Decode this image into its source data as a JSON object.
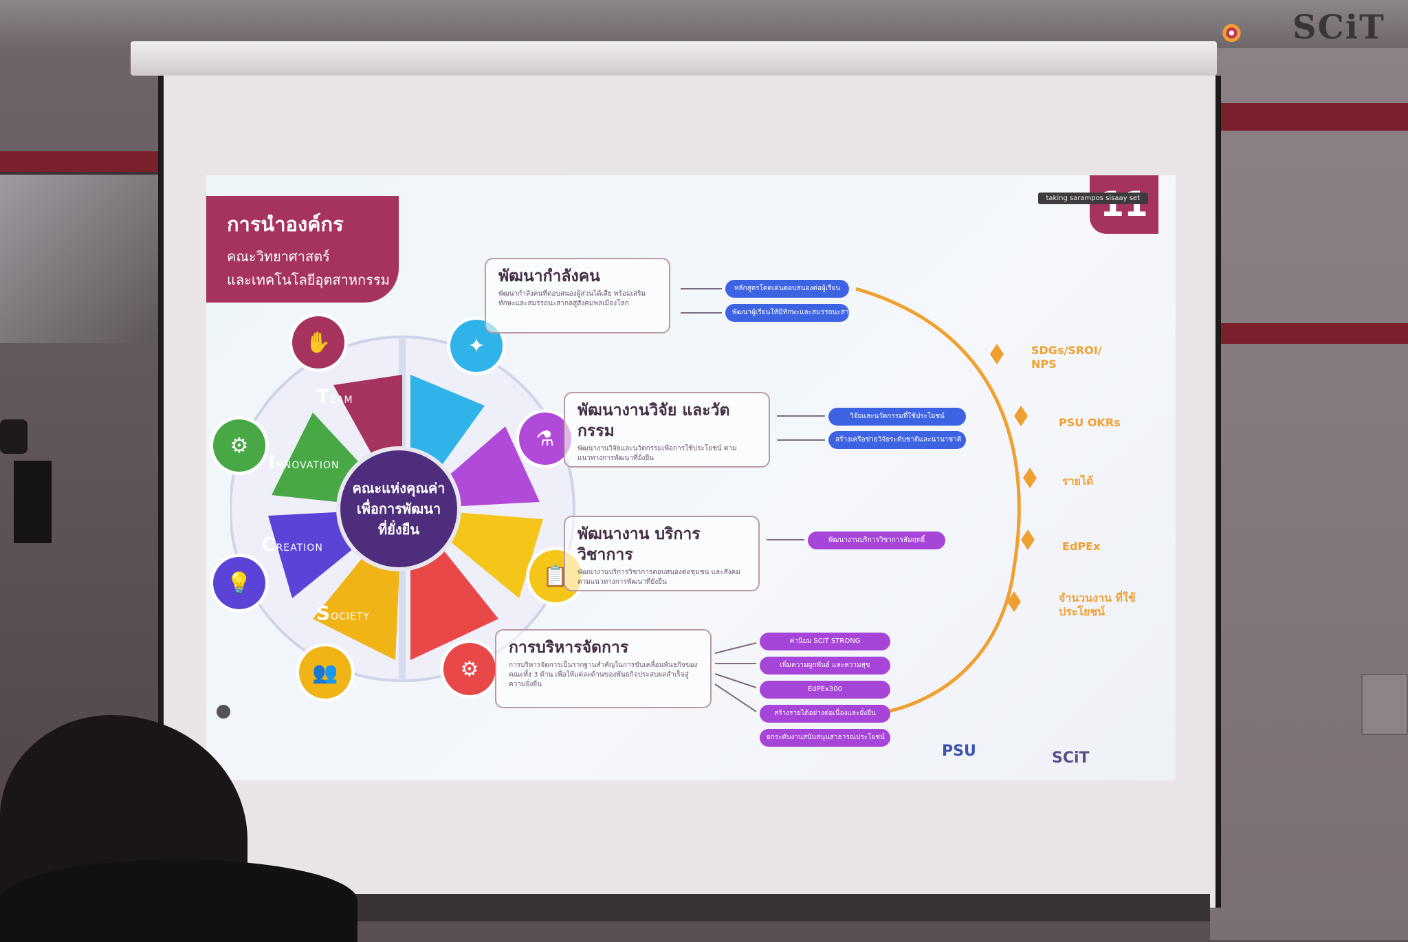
{
  "slide": {
    "title": "การนำองค์กร",
    "subtitle_1": "คณะวิทยาศาสตร์",
    "subtitle_2": "และเทคโนโลยีอุตสาหกรรม",
    "corner_label": "11",
    "header_strip": "taking sarampos sisaay set",
    "center_lines": [
      "คณะแห่งคุณค่า",
      "เพื่อการพัฒนา",
      "ที่ยั่งยืน"
    ],
    "wheel_labels": {
      "team": {
        "initial": "T",
        "rest": "EAM"
      },
      "innovation": {
        "initial": "I",
        "rest": "NNOVATION"
      },
      "creation": {
        "initial": "C",
        "rest": "REATION"
      },
      "society": {
        "initial": "S",
        "rest": "OCIETY"
      }
    },
    "boxes": [
      {
        "title": "พัฒนากำลังคน",
        "desc": "พัฒนากำลังคนที่ตอบสนองผู้ส่วนได้เสีย พร้อมเสริมทักษะและสมรรถนะสากลสู่สังคมพลเมืองโลก"
      },
      {
        "title": "พัฒนางานวิจัย และวัตกรรม",
        "desc": "พัฒนางานวิจัยและนวัตกรรมเพื่อการใช้ประโยชน์ ตามแนวทางการพัฒนาที่ยั่งยืน"
      },
      {
        "title": "พัฒนางาน บริการวิชาการ",
        "desc": "พัฒนางานบริการวิชาการตอบสนองต่อชุมชน และสังคมตามแนวทางการพัฒนาที่ยั่งยืน"
      },
      {
        "title": "การบริหารจัดการ",
        "desc": "การบริหารจัดการเป็นรากฐานสำคัญในการขับเคลื่อนพันธกิจของคณะทั้ง 3 ด้าน เพื่อให้แต่ละด้านของพันธกิจประสบผลสำเร็จสู่ความยั่งยืน"
      }
    ],
    "pills_blue": [
      "หลักสูตรโดดเด่นตอบสนองต่อผู้เรียน",
      "พัฒนาผู้เรียนให้มีทักษะและสมรรถนะสากล",
      "วิจัยและนวัตกรรมที่ใช้ประโยชน์",
      "สร้างเครือข่ายวิจัยระดับชาติและนานาชาติ"
    ],
    "pills_purple": [
      "พัฒนางานบริการวิชาการสัมฤทธิ์",
      "ค่านิยม SCIT STRONG",
      "เพิ่มความผูกพันธ์ และความสุข",
      "EdPEx300",
      "สร้างรายได้อย่างต่อเนื่องและยั่งยืน",
      "ยกระดับงานสนับสนุนสาธารณประโยชน์"
    ],
    "outcomes": [
      "SDGs/SROI/ NPS",
      "PSU OKRs",
      "รายได้",
      "EdPEx",
      "จำนวนงาน ที่ใช้ประโยชน์"
    ],
    "footer_logo_1": "PSU",
    "footer_logo_2": "SCiT"
  },
  "watermark": {
    "text": "SCiT"
  },
  "colors": {
    "title_bg": "#a5335e",
    "team": "#a5335e",
    "innovation": "#47a845",
    "creation": "#5b43d8",
    "society": "#f0b417",
    "research": "#b14ad9",
    "manpower": "#2fb3e8",
    "service": "#f5c51a",
    "admin": "#e84848",
    "outcome": "#f0a030",
    "pill_blue": "#3d63e3",
    "pill_purple": "#a645d8"
  }
}
